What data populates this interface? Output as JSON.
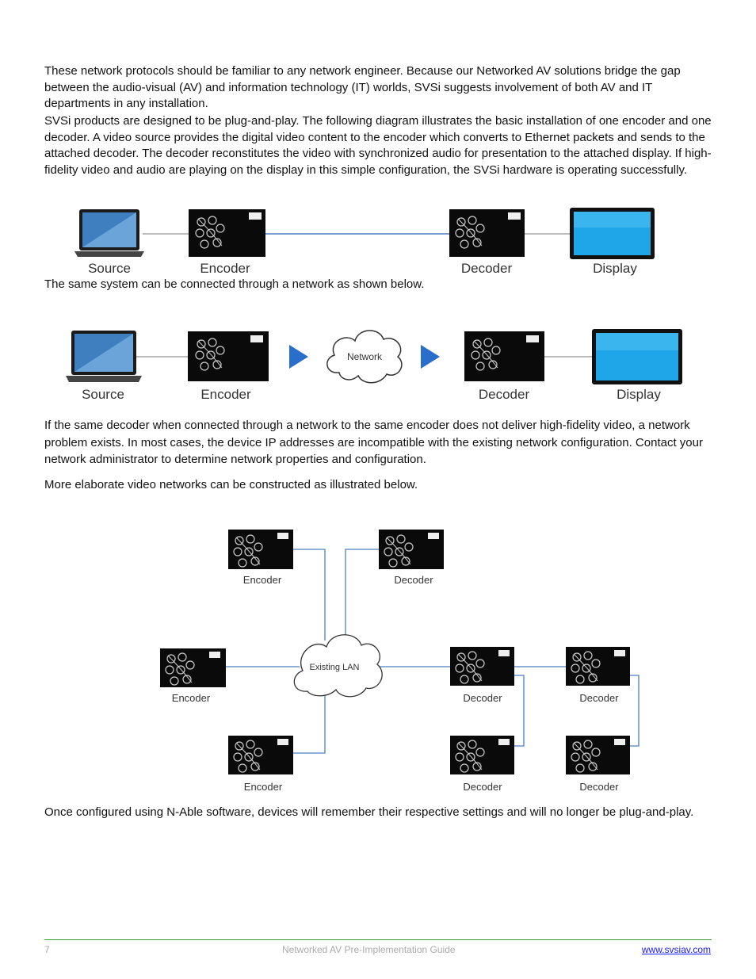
{
  "paragraphs": {
    "p1": "These network protocols should be familiar to any network engineer. Because our Networked AV solutions bridge the gap between the audio-visual (AV) and information technology (IT) worlds, SVSi suggests involvement of both AV and IT departments in any installation.",
    "p2": "SVSi products are designed to be plug-and-play. The following diagram illustrates the basic installation of one encoder and one decoder. A video source provides the digital video content to the encoder which converts to Ethernet packets and sends to the attached decoder. The decoder reconstitutes the video with synchronized audio for presentation to the attached display. If high-fidelity video and audio are playing on the display in this simple configuration, the SVSi hardware is operating successfully.",
    "p3": "The same system can be connected through a network as shown below.",
    "p4": "If the same decoder when connected through a network to the same encoder does not deliver high-fidelity video, a network problem exists. In most cases, the device IP addresses are incompatible with the existing network configuration. Contact your network administrator to determine network properties and configuration.",
    "p5": "More elaborate video networks can be constructed as illustrated below.",
    "p6": "Once configured using N-Able software, devices will remember their respective settings and will no longer be plug-and-play."
  },
  "diagram1": {
    "source": "Source",
    "encoder": "Encoder",
    "decoder": "Decoder",
    "display": "Display"
  },
  "diagram2": {
    "source": "Source",
    "encoder": "Encoder",
    "network": "Network",
    "decoder": "Decoder",
    "display": "Display"
  },
  "diagram3": {
    "lan": "Existing LAN",
    "encoder_top": "Encoder",
    "decoder_top": "Decoder",
    "encoder_left": "Encoder",
    "encoder_bottom": "Encoder",
    "decoder_mid_1": "Decoder",
    "decoder_mid_2": "Decoder",
    "decoder_bot_1": "Decoder",
    "decoder_bot_2": "Decoder"
  },
  "device_brand": "SVSi",
  "footer": {
    "page_number": "7",
    "title": "Networked AV Pre-Implementation Guide",
    "link": "www.svsiav.com"
  },
  "colors": {
    "line": "#4a7fc1",
    "arrow": "#2a6ecb",
    "footer_rule": "#3a9a3a"
  }
}
